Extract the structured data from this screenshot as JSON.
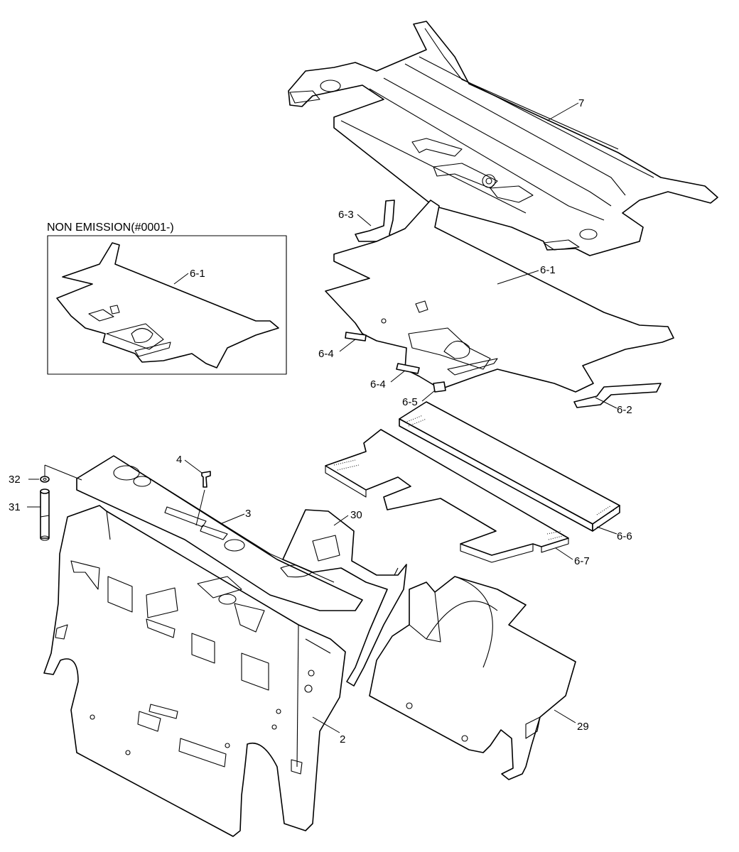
{
  "inset": {
    "title": "NON EMISSION(#0001-)",
    "label": "6-1"
  },
  "labels": {
    "p7": "7",
    "p6_3": "6-3",
    "p6_1": "6-1",
    "p6_4a": "6-4",
    "p6_4b": "6-4",
    "p6_5": "6-5",
    "p6_2": "6-2",
    "p6_6": "6-6",
    "p6_7": "6-7",
    "p4": "4",
    "p3": "3",
    "p30": "30",
    "p32": "32",
    "p31": "31",
    "p2": "2",
    "p29": "29"
  }
}
